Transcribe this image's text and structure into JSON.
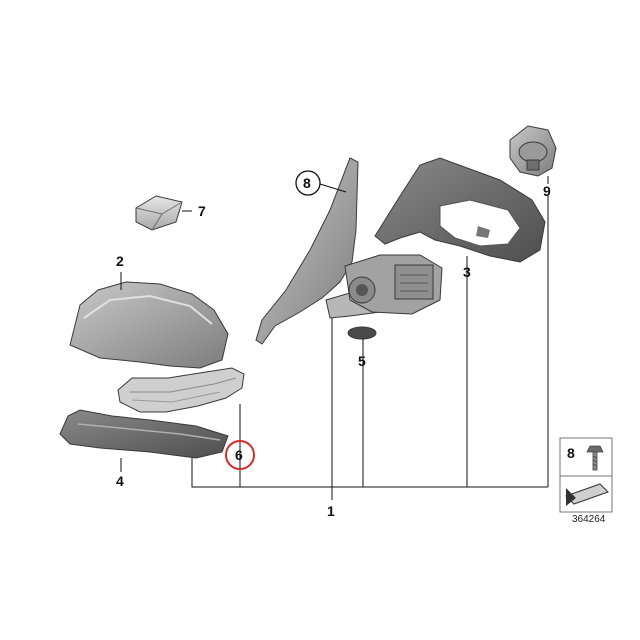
{
  "diagram": {
    "parts": [
      {
        "id": "1",
        "label": "1"
      },
      {
        "id": "2",
        "label": "2"
      },
      {
        "id": "3",
        "label": "3"
      },
      {
        "id": "4",
        "label": "4"
      },
      {
        "id": "5",
        "label": "5"
      },
      {
        "id": "6",
        "label": "6",
        "highlighted": true
      },
      {
        "id": "7",
        "label": "7"
      },
      {
        "id": "8",
        "label": "8",
        "circled": true
      },
      {
        "id": "9",
        "label": "9"
      }
    ],
    "legend": {
      "part_label": "8"
    },
    "reference_number": "364264",
    "highlight_color": "#d42a2a"
  }
}
